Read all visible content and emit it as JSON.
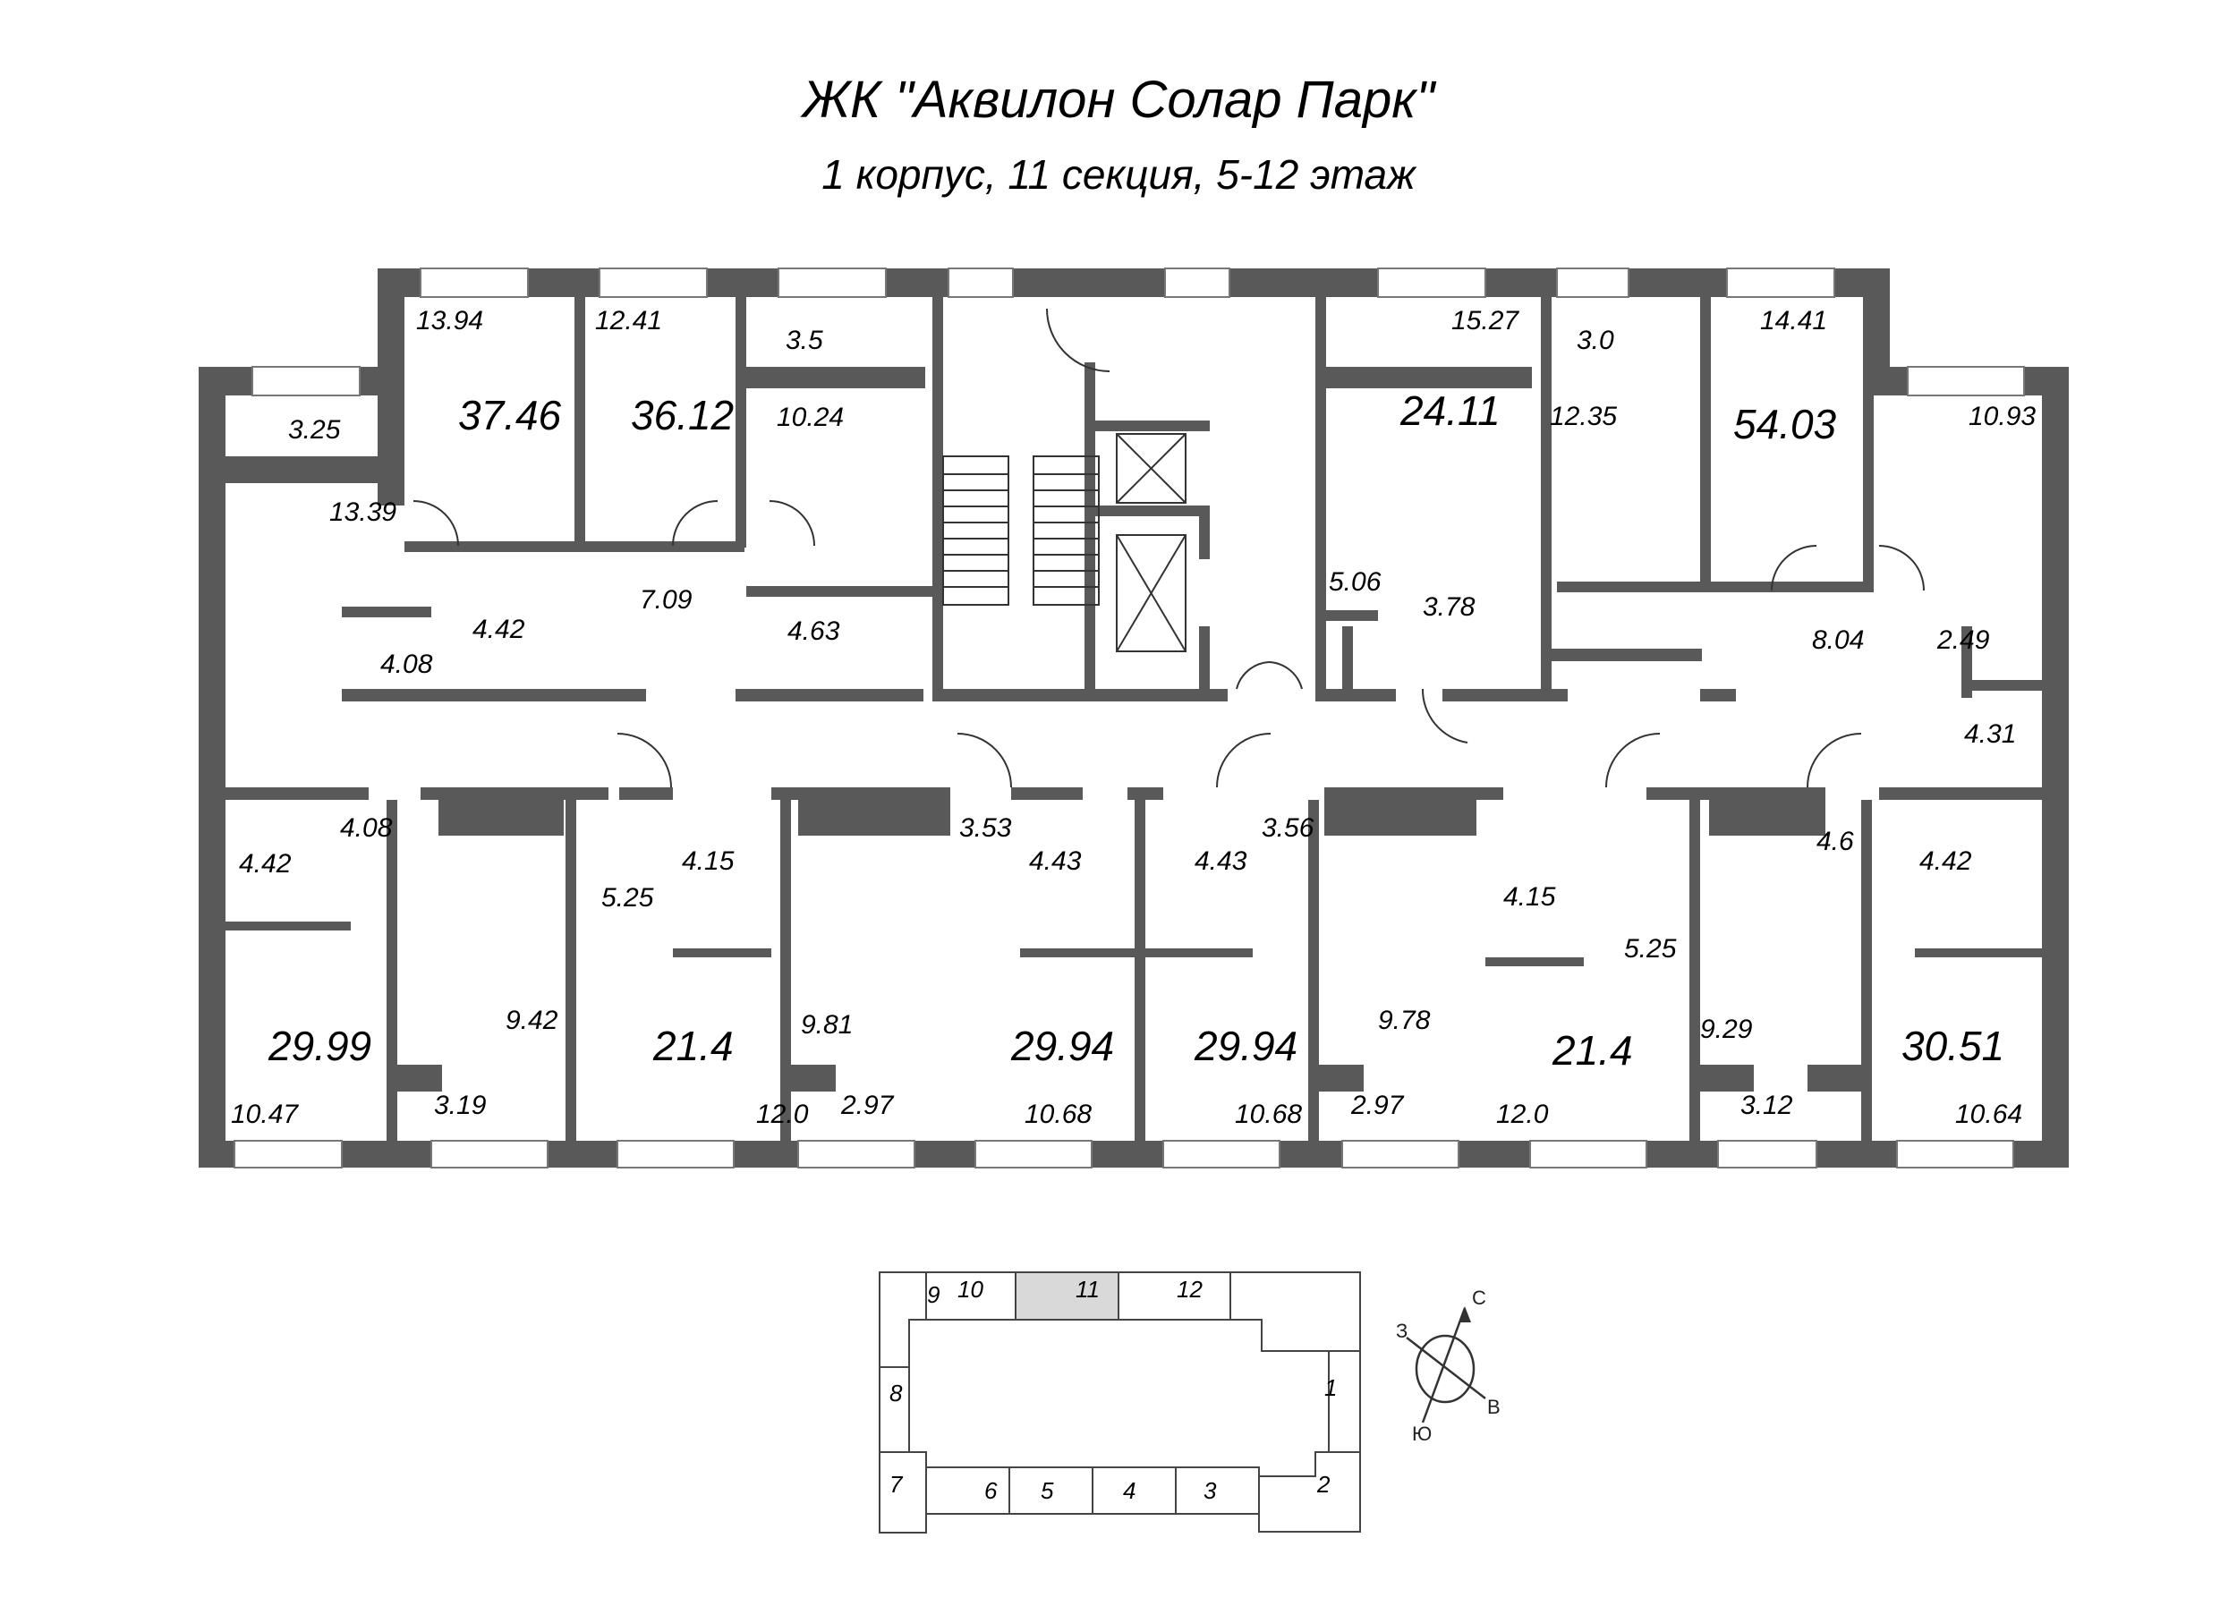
{
  "header": {
    "title": "ЖК \"Аквилон Солар Парк\"",
    "subtitle": "1 корпус, 11 секция, 5-12 этаж"
  },
  "plan": {
    "wall_color": "#595959",
    "top_row": [
      {
        "apartment_total": "37.46",
        "rooms": [
          "13.94",
          "3.25",
          "13.39",
          "4.42",
          "4.08"
        ]
      },
      {
        "apartment_total": "36.12",
        "rooms": [
          "12.41",
          "3.5",
          "10.24",
          "7.09",
          "4.63"
        ]
      },
      {
        "apartment_total": "24.11",
        "rooms": [
          "15.27",
          "5.06",
          "3.78"
        ]
      },
      {
        "apartment_total": "54.03",
        "rooms": [
          "3.0",
          "12.35",
          "14.41",
          "10.93",
          "8.04",
          "2.49",
          "4.31"
        ]
      }
    ],
    "bottom_row": [
      {
        "apartment_total": "29.99",
        "rooms": [
          "4.08",
          "4.42",
          "9.42",
          "3.19",
          "10.47"
        ]
      },
      {
        "apartment_total": "21.4",
        "rooms": [
          "5.25",
          "4.15",
          "9.81",
          "2.97",
          "12.0"
        ]
      },
      {
        "apartment_total": "29.94",
        "rooms": [
          "3.53",
          "4.43",
          "10.68"
        ]
      },
      {
        "apartment_total": "29.94",
        "rooms": [
          "3.56",
          "4.43",
          "10.68"
        ]
      },
      {
        "apartment_total": "21.4",
        "rooms": [
          "9.78",
          "2.97",
          "4.15",
          "5.25",
          "12.0"
        ]
      },
      {
        "apartment_total": "30.51",
        "rooms": [
          "9.29",
          "3.12",
          "4.6",
          "4.42",
          "10.64"
        ]
      }
    ],
    "labels": {
      "a1_big": "37.46",
      "a1_r1": "13.94",
      "a1_bal": "3.25",
      "a1_r2": "13.39",
      "a1_bath": "4.42",
      "a1_hall": "4.08",
      "a2_big": "36.12",
      "a2_r1": "12.41",
      "a2_bal": "3.5",
      "a2_kit": "10.24",
      "a2_hall": "7.09",
      "a2_bath": "4.63",
      "a3_big": "24.11",
      "a3_r1": "15.27",
      "a3_hall": "5.06",
      "a3_bath": "3.78",
      "a4_bal": "3.0",
      "a4_r1": "12.35",
      "a4_big": "54.03",
      "a4_r2": "14.41",
      "a4_kit": "10.93",
      "a4_hall": "8.04",
      "a4_wc": "2.49",
      "a4_bath": "4.31",
      "b1_hall": "4.08",
      "b1_bath": "4.42",
      "b1_big": "29.99",
      "b1_r": "9.42",
      "b1_bal": "3.19",
      "b1_kit": "10.47",
      "b2_hall": "5.25",
      "b2_bath": "4.15",
      "b2_big": "21.4",
      "b2_r": "9.81",
      "b2_bal": "2.97",
      "b2_kit": "12.0",
      "b3_hall": "3.53",
      "b3_bath": "4.43",
      "b3_big": "29.94",
      "b3_kit": "10.68",
      "b4_hall": "3.56",
      "b4_bath": "4.43",
      "b4_big": "29.94",
      "b4_kit": "10.68",
      "b5_r": "9.78",
      "b5_bal": "2.97",
      "b5_bath": "4.15",
      "b5_hall": "5.25",
      "b5_big": "21.4",
      "b5_kit": "12.0",
      "b6_r": "9.29",
      "b6_bal": "3.12",
      "b6_hall": "4.6",
      "b6_bath": "4.42",
      "b6_big": "30.51",
      "b6_kit": "10.64"
    }
  },
  "key_plan": {
    "sections": [
      "1",
      "2",
      "3",
      "4",
      "5",
      "6",
      "7",
      "8",
      "9",
      "10",
      "11",
      "12"
    ],
    "highlighted": "11",
    "highlight_color": "#d9d9d9"
  },
  "compass": {
    "north": "С",
    "south": "Ю",
    "east": "В",
    "west": "З"
  }
}
